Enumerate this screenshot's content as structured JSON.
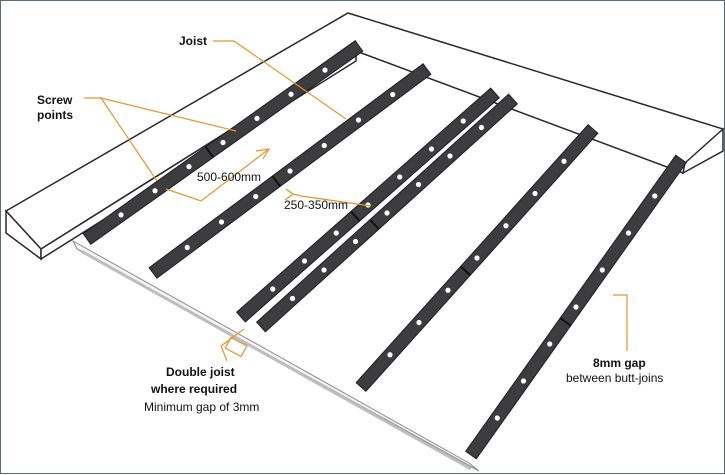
{
  "colors": {
    "joist": "#3d3d3f",
    "joist_edge": "#1f1f20",
    "screw": "#ffffff",
    "callout": "#e0962b",
    "beam_fill": "#ffffff",
    "beam_stroke": "#2a2a2a"
  },
  "labels": {
    "joist": "Joist",
    "screw_line1": "Screw",
    "screw_line2": "points",
    "spacing_wide": "500-600mm",
    "spacing_narrow": "250-350mm",
    "double_line1": "Double joist",
    "double_line2": "where required",
    "double_line3": "Minimum gap of 3mm",
    "gap_line1": "8mm gap",
    "gap_line2": "between butt-joins"
  }
}
